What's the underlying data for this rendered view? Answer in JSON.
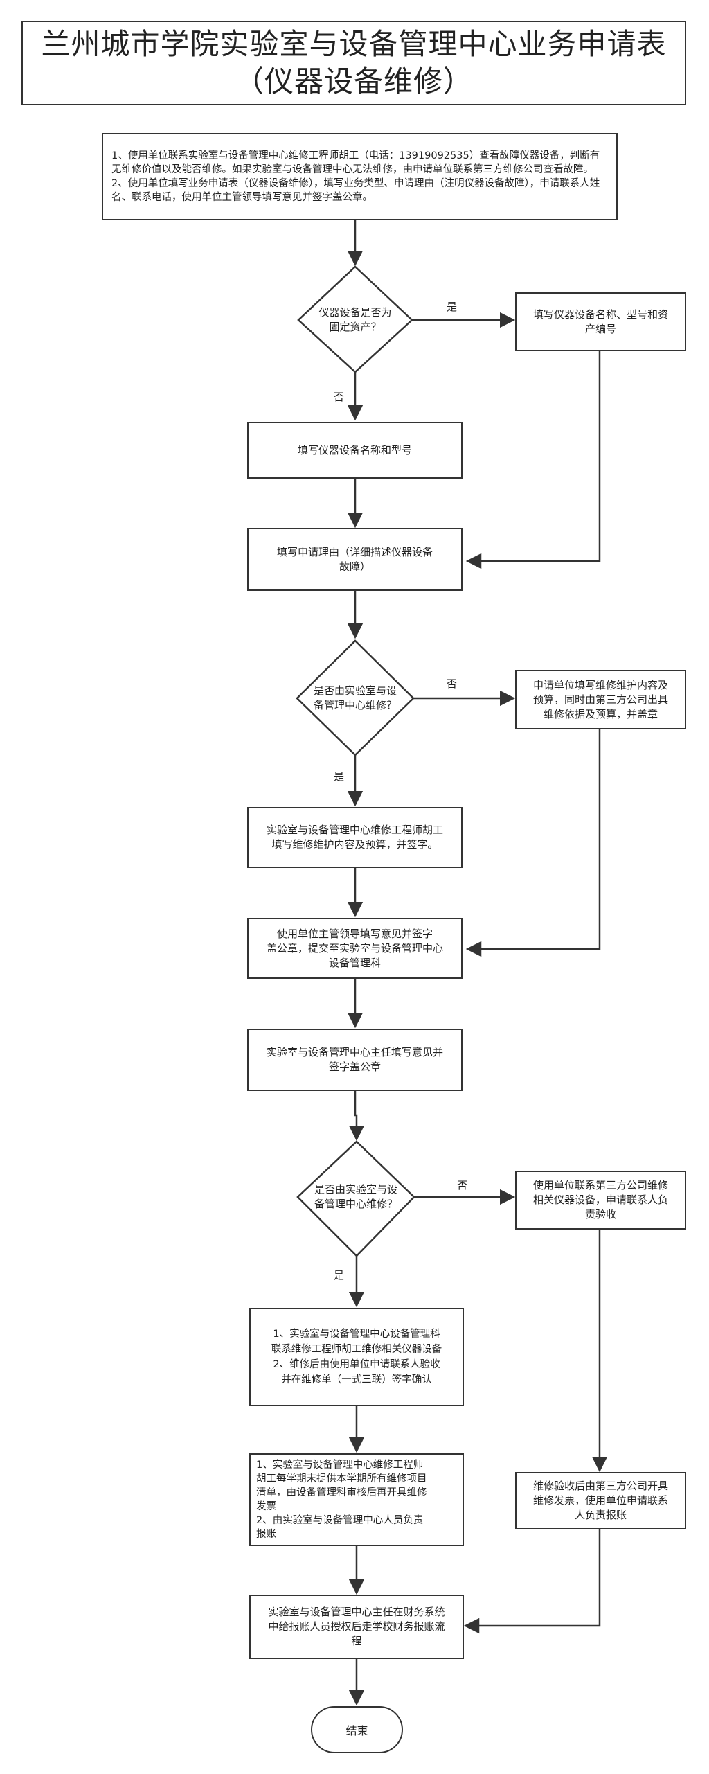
{
  "title": {
    "line1": "兰州城市学院实验室与设备管理中心业务申请表",
    "line2": "（仪器设备维修）"
  },
  "nodes": {
    "intro": "1、使用单位联系实验室与设备管理中心维修工程师胡工（电话：13919092535）查看故障仪器设备，判断有无维修价值以及能否维修。如果实验室与设备管理中心无法维修，由申请单位联系第三方维修公司查看故障。2、使用单位填写业务申请表（仪器设备维修），填写业务类型、申请理由（注明仪器设备故障），申请联系人姓名、联系电话，使用单位主管领导填写意见并签字盖公章。",
    "decision_fixed_asset": "仪器设备是否为\n固定资产？",
    "fill_name_model_asset_no": "填写仪器设备名称、型号和资\n产编号",
    "fill_name_model": "填写仪器设备名称和型号",
    "fill_reason": "填写申请理由（详细描述仪器设备\n故障）",
    "decision_center_repair_1": "是否由实验室与设\n备管理中心维修？",
    "unit_fill_budget": "申请单位填写维修维护内容及\n预算，同时由第三方公司出具\n维修依据及预算，并盖章",
    "engineer_fill_budget": "实验室与设备管理中心维修工程师胡工\n填写维修维护内容及预算，并签字。",
    "leader_sign": "使用单位主管领导填写意见并签字\n盖公章，提交至实验室与设备管理中心\n设备管理科",
    "director_sign": "实验室与设备管理中心主任填写意见并\n签字盖公章",
    "decision_center_repair_2": "是否由实验室与设\n备管理中心维修？",
    "unit_contact_third_party": "使用单位联系第三方公司维修\n相关仪器设备，申请联系人负\n责验收",
    "center_contact_engineer": "1、实验室与设备管理中心设备管理科\n联系维修工程师胡工维修相关仪器设备\n2、维修后由使用单位申请联系人验收\n并在维修单（一式三联）签字确认",
    "semester_invoice": "1、实验室与设备管理中心维修工程师\n胡工每学期末提供本学期所有维修项目\n清单，由设备管理科审核后再开具维修\n发票\n2、由实验室与设备管理中心人员负责\n报账",
    "third_party_invoice": "维修验收后由第三方公司开具\n维修发票，使用单位申请联系\n人负责报账",
    "finance_auth": "实验室与设备管理中心主任在财务系统\n中给报账人员授权后走学校财务报账流\n程",
    "end": "结束"
  },
  "edge_labels": {
    "yes_1": "是",
    "no_1": "否",
    "no_2": "否",
    "yes_2": "是",
    "no_3": "否",
    "yes_3": "是"
  }
}
